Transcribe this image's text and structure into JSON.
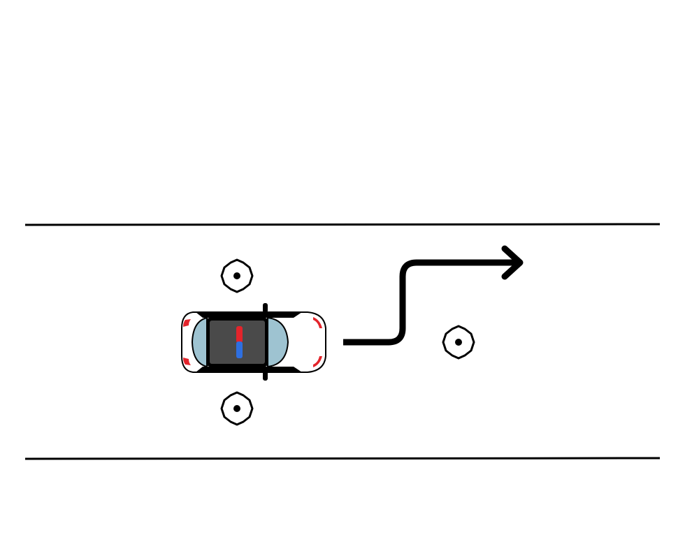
{
  "colors": {
    "background": "#ffffff",
    "line": "#000000",
    "car_body": "#ffffff",
    "car_roof": "#4a4a4a",
    "car_glass": "#9ec3d1",
    "car_trim": "#000000",
    "light_red": "#e3242b",
    "light_blue": "#2e6fe0",
    "marker_fill": "#ffffff",
    "marker_stroke": "#000000"
  },
  "elements": {
    "road": {
      "lanes_boundaries": 2
    },
    "vehicle": {
      "kind": "police-car",
      "heading": "right"
    },
    "path": {
      "kind": "lane-change-left",
      "arrow": "right"
    },
    "markers": [
      {
        "kind": "cone-top-view"
      },
      {
        "kind": "cone-top-view"
      },
      {
        "kind": "cone-top-view"
      }
    ]
  }
}
